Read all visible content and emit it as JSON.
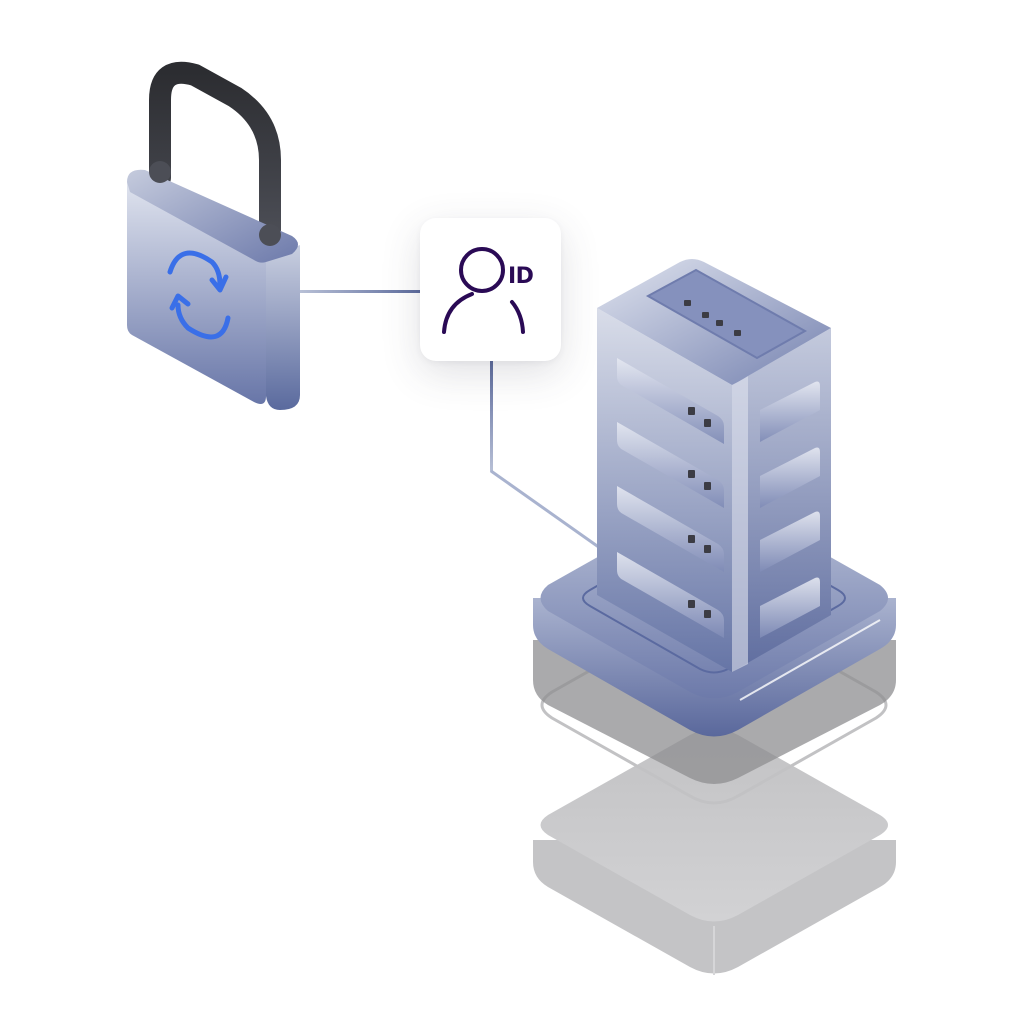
{
  "scene": {
    "description": "Isometric illustration: padlock with sync arrows connected to an ID badge, which connects to a server tower on a stacked platform base",
    "background": "#ffffff"
  },
  "padlock": {
    "icon": "sync-arrows-icon",
    "shackle_color": "#34363c",
    "body_color_top": "#dde1ec",
    "body_color_bottom": "#5c6ca0",
    "arrow_color": "#3a6fe8"
  },
  "id_badge": {
    "label": "ID",
    "icon": "user-icon",
    "icon_color": "#2a0a55",
    "card_color": "#ffffff"
  },
  "server": {
    "drive_bays_front": 4,
    "drive_bays_side": 4,
    "top_indicator_dots": 4,
    "body_color_light": "#d8dcea",
    "body_color_dark": "#5d6b9d",
    "led_color": "#3c3c44"
  },
  "platform": {
    "top_color": "#8f9cc4",
    "shadow_layer_color": "#9a9a9a",
    "bottom_layer_color": "#c8c8ca"
  },
  "connectors": {
    "color": "#6f7eaa"
  }
}
